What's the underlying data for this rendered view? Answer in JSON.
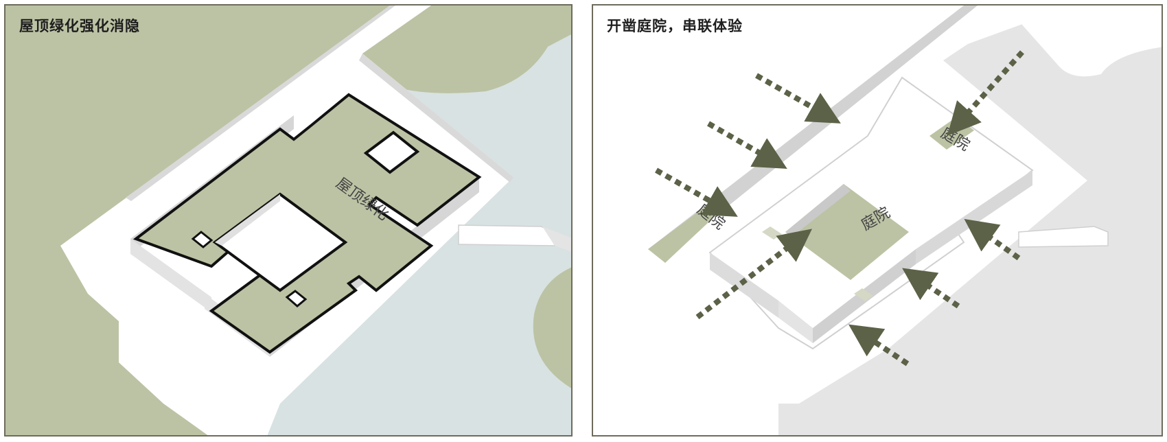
{
  "left_panel": {
    "title": "屋顶绿化强化消隐",
    "roof_label": "屋顶绿化"
  },
  "right_panel": {
    "title": "开凿庭院，串联体验",
    "courtyard_label": "庭院"
  },
  "colors": {
    "green": "#bcc3a4",
    "water": "#d8e2e2",
    "right_ground": "#e5e5e5",
    "arrow": "#5c6247",
    "outline": "#111111"
  }
}
